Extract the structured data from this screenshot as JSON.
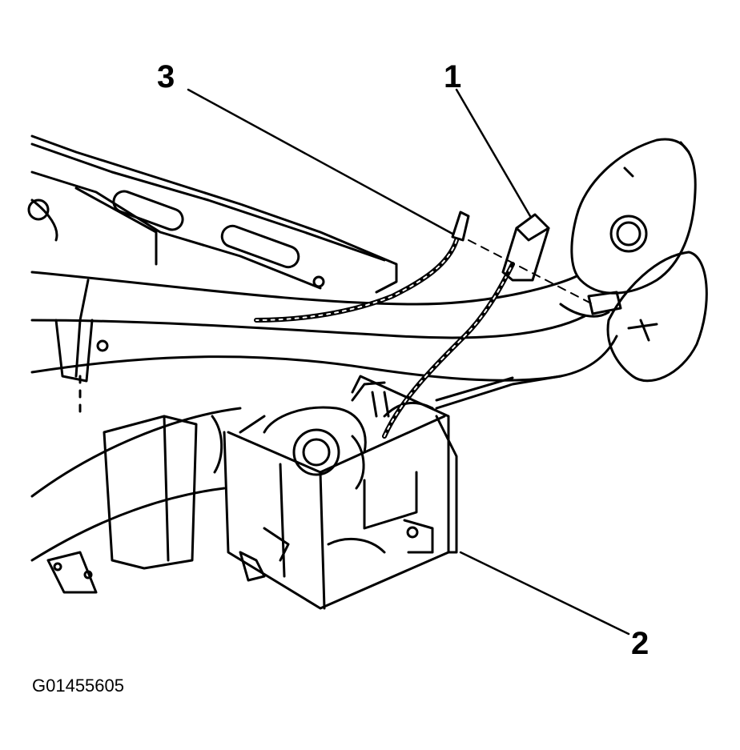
{
  "callouts": {
    "one": "1",
    "two": "2",
    "three": "3"
  },
  "figure_id": "G01455605",
  "colors": {
    "ink": "#000000",
    "paper": "#ffffff"
  }
}
